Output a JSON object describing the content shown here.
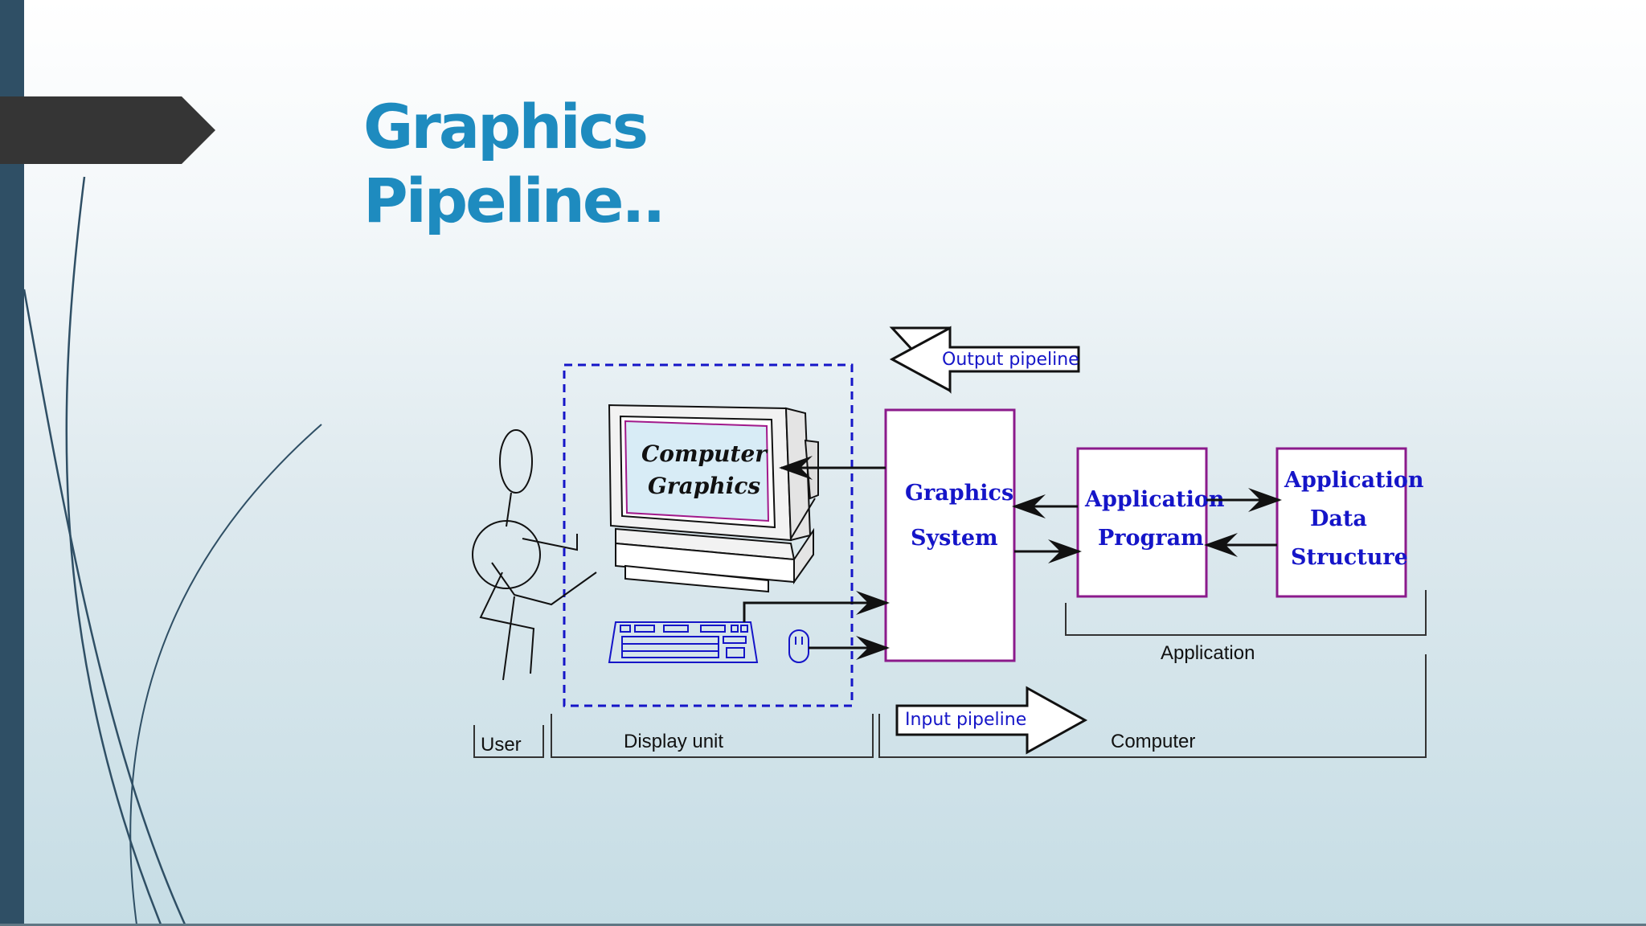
{
  "slide": {
    "title_line1": "Graphics",
    "title_line2": "Pipeline.."
  },
  "diagram": {
    "output_pipeline": "Output pipeline",
    "input_pipeline": "Input pipeline",
    "screen_line1": "Computer",
    "screen_line2": "Graphics",
    "graphics_system_line1": "Graphics",
    "graphics_system_line2": "System",
    "app_program_line1": "Application",
    "app_program_line2": "Program",
    "app_data_line1": "Application",
    "app_data_line2": "Data",
    "app_data_line3": "Structure",
    "label_application": "Application",
    "label_user": "User",
    "label_display_unit": "Display  unit",
    "label_computer": "Computer"
  },
  "colors": {
    "title": "#1e8bbf",
    "left_bar": "#2f4f65",
    "box_border": "#8b1a8b",
    "diagram_text": "#1515c8"
  }
}
